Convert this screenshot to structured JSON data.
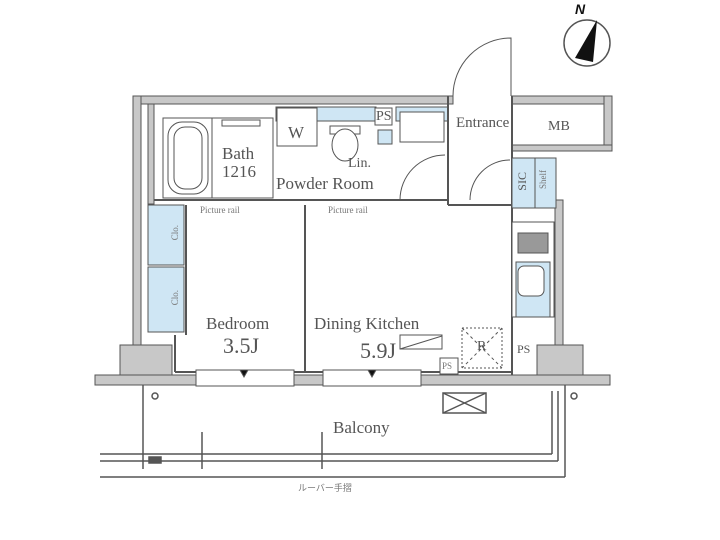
{
  "plan": {
    "compass": {
      "label": "N"
    },
    "rooms": {
      "bath": {
        "label": "Bath",
        "size": "1216"
      },
      "washer": {
        "label": "W"
      },
      "ps_top": {
        "label": "PS"
      },
      "linen": {
        "label": "Lin."
      },
      "powder_room": {
        "label": "Powder Room"
      },
      "entrance": {
        "label": "Entrance"
      },
      "mb": {
        "label": "MB"
      },
      "sic": {
        "label": "SIC"
      },
      "shelf": {
        "label": "Shelf"
      },
      "bedroom": {
        "label": "Bedroom",
        "size": "3.5J"
      },
      "closet_1": {
        "label": "Clo."
      },
      "closet_2": {
        "label": "Clo."
      },
      "dining_kitchen": {
        "label": "Dining Kitchen",
        "size": "5.9J"
      },
      "refrigerator": {
        "label": "R"
      },
      "ps_right": {
        "label": "PS"
      },
      "ps_small": {
        "label": "PS"
      },
      "balcony": {
        "label": "Balcony"
      }
    },
    "annotations": {
      "picture_rail_1": "Picture rail",
      "picture_rail_2": "Picture rail",
      "louver_handrail": "ルーバー手摺"
    },
    "colors": {
      "wall": "#c8c8c8",
      "line": "#555555",
      "storage_fill": "#cfe6f4"
    }
  }
}
